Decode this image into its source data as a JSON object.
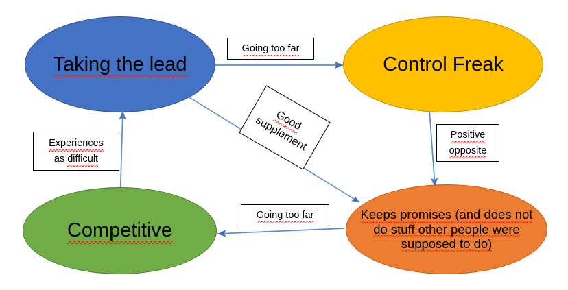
{
  "diagram": {
    "type": "cycle-flow",
    "background_color": "#FFFFFF",
    "arrow_color": "#4472C4",
    "spellcheck_underline_color": "#E8241D",
    "nodes": [
      {
        "id": "taking-the-lead",
        "label": "Taking the lead",
        "shape": "ellipse",
        "fill": "#4472C4",
        "stroke": "#2F528F",
        "position": "top-left"
      },
      {
        "id": "control-freak",
        "label": "Control Freak",
        "shape": "ellipse",
        "fill": "#FFC000",
        "stroke": "#BF9000",
        "position": "top-right"
      },
      {
        "id": "competitive",
        "label": "Competitive",
        "shape": "ellipse",
        "fill": "#70AD47",
        "stroke": "#507E32",
        "position": "bottom-left"
      },
      {
        "id": "keeps-promises",
        "label": "Keeps promises (and does not do stuff other people were supposed to do)",
        "label_lines": [
          "Keeps promises (and does not",
          "do stuff other people were",
          "supposed to do)"
        ],
        "shape": "ellipse",
        "fill": "#ED7D31",
        "stroke": "#C55A11",
        "position": "bottom-right"
      }
    ],
    "edges": [
      {
        "id": "lead-to-control",
        "from": "taking-the-lead",
        "to": "control-freak",
        "label": "Going too far",
        "direction": "right"
      },
      {
        "id": "control-to-keeps",
        "from": "control-freak",
        "to": "keeps-promises",
        "label": "Positive opposite",
        "label_lines": [
          "Positive",
          "opposite"
        ],
        "direction": "down"
      },
      {
        "id": "keeps-to-competitive",
        "from": "keeps-promises",
        "to": "competitive",
        "label": "Going too far",
        "direction": "left"
      },
      {
        "id": "competitive-to-lead",
        "from": "competitive",
        "to": "taking-the-lead",
        "label": "Experiences as difficult",
        "label_lines": [
          "Experiences",
          "as difficult"
        ],
        "direction": "up"
      },
      {
        "id": "lead-to-keeps",
        "from": "taking-the-lead",
        "to": "keeps-promises",
        "label": "Good supplement",
        "label_lines": [
          "Good",
          "supplement"
        ],
        "direction": "diagonal-down-right",
        "label_rotation_deg": 30
      }
    ]
  }
}
